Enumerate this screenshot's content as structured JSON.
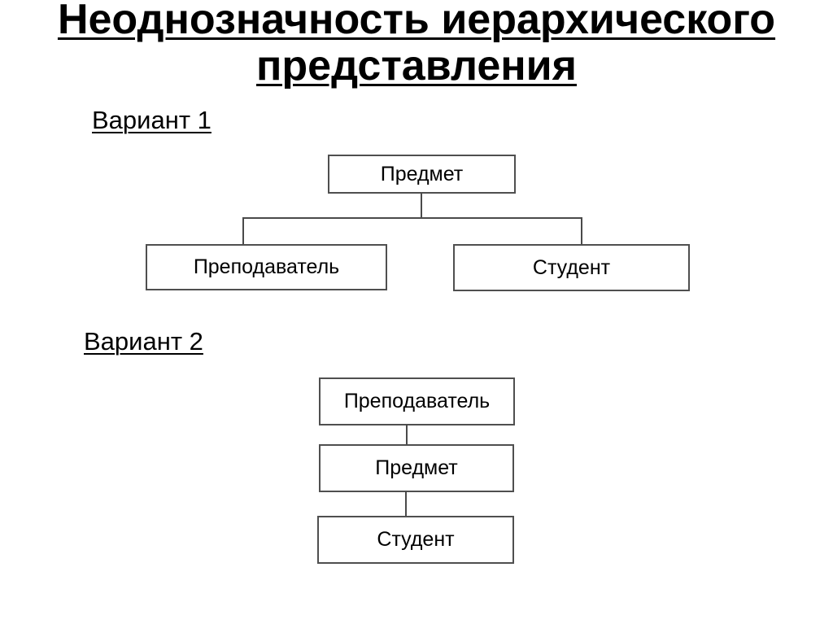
{
  "slide_title": {
    "line1": "Неоднозначность иерархического",
    "line2": "представления"
  },
  "variant1": {
    "label": "Вариант 1",
    "root_node": "Предмет",
    "child_nodes": [
      "Преподаватель",
      "Студент"
    ]
  },
  "variant2": {
    "label": "Вариант 2",
    "chain_nodes": [
      "Преподаватель",
      "Предмет",
      "Студент"
    ]
  },
  "colors": {
    "background": "#ffffff",
    "text": "#000000",
    "box-border": "#4f4f4f",
    "connector": "#4a4a4a"
  }
}
